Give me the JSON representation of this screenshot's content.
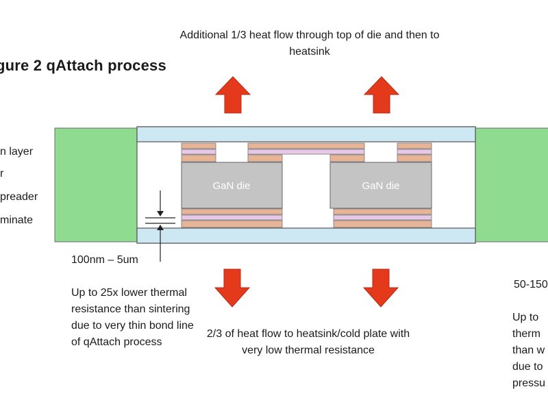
{
  "figure": {
    "title": "gure 2  qAttach process",
    "top_caption": "Additional 1/3 heat flow through top of die and then to heatsink",
    "bottom_caption": "2/3 of heat flow to heatsink/cold plate with very low thermal resistance",
    "die_labels": [
      "GaN die",
      "GaN die"
    ],
    "bondline_label": "100nm – 5um",
    "left_description": "Up to 25x lower thermal resistance than sintering due to very thin bond line of qAttach process",
    "left_legend": [
      "n layer",
      "r",
      "preader",
      "minate"
    ],
    "right_label": "50-150",
    "right_description_lines": [
      "Up to",
      "therm",
      "than w",
      "due to",
      "pressu"
    ]
  },
  "colors": {
    "green": "#8fdc90",
    "light_blue": "#cde7f3",
    "die_gray": "#c4c4c4",
    "copper": "#e8b498",
    "pink": "#e8c8e6",
    "arrow_red": "#e5391c"
  }
}
